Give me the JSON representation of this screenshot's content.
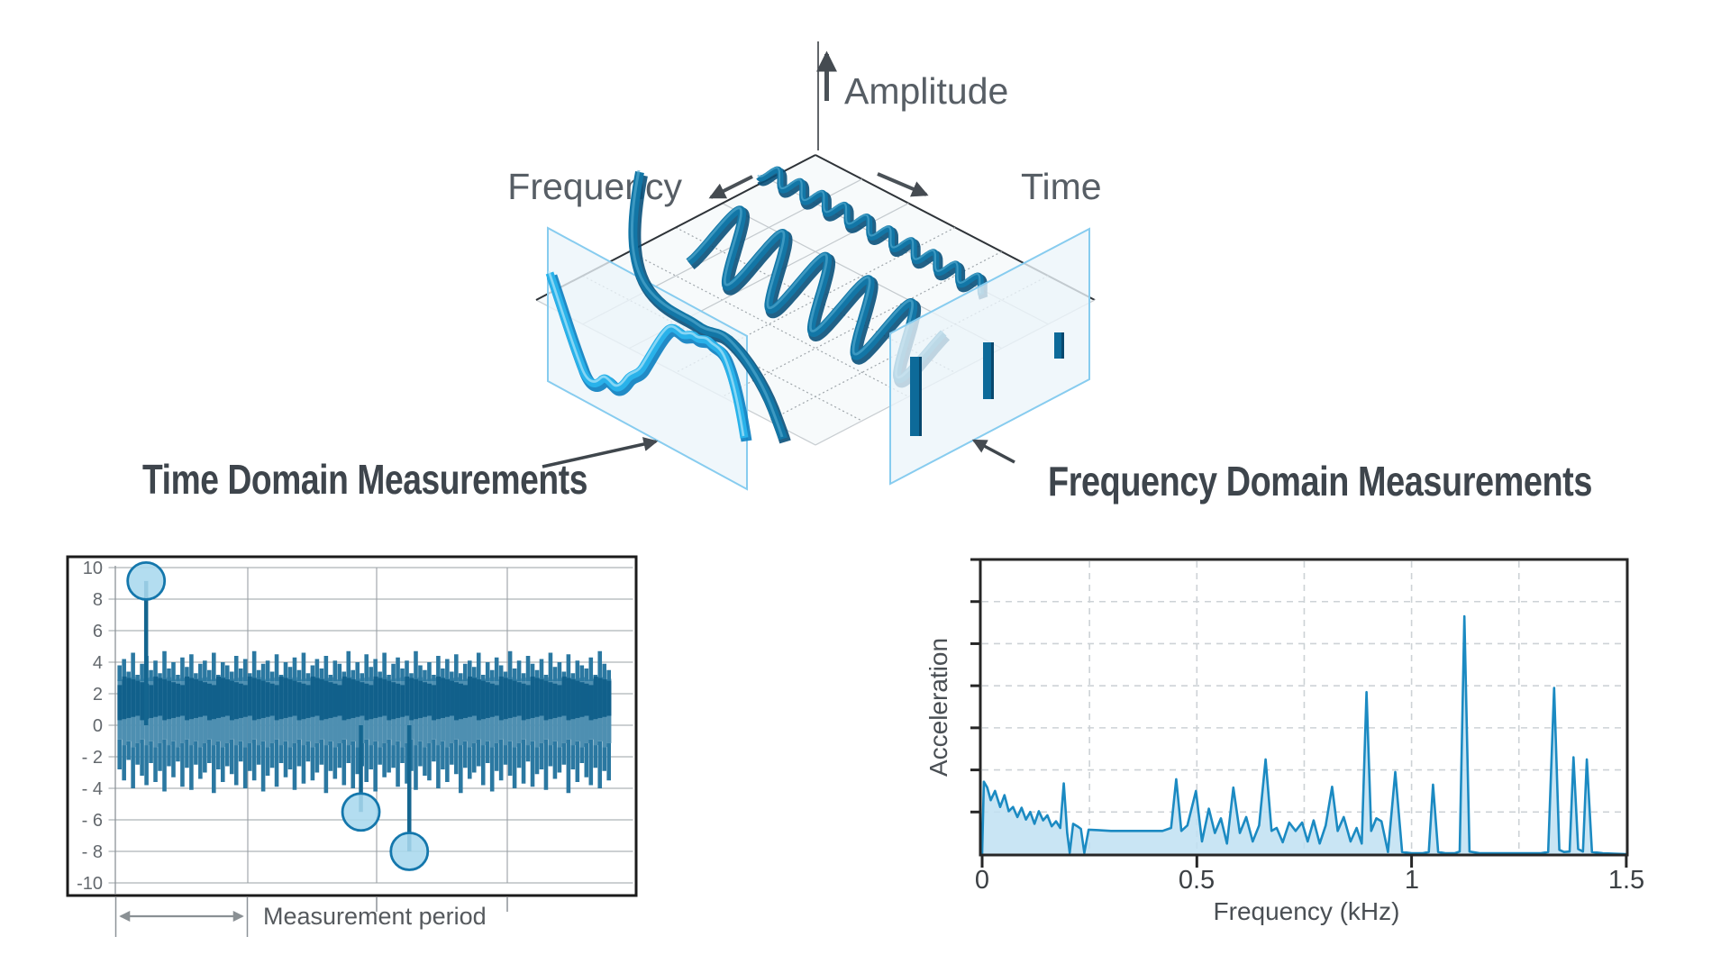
{
  "figure": {
    "axis_labels": {
      "amplitude": "Amplitude",
      "frequency": "Frequency",
      "time": "Time"
    },
    "headings": {
      "time_domain": "Time Domain Measurements",
      "frequency_domain": "Frequency Domain Measurements"
    }
  },
  "colors": {
    "signal_dark": "#11608b",
    "signal_mid": "#2b78a1",
    "signal_light": "#4e8fb1",
    "outlier_circle_fill": "#a9d8ee",
    "outlier_circle_stroke": "#1477ac",
    "outlier_line": "#14658f",
    "spectrum_line": "#1b8ac2",
    "spectrum_fill": "#bfe1f2",
    "ribbon_dark": "#1276a6",
    "ribbon_light": "#29b2ea",
    "plane_stroke": "#87ccef",
    "grid_gray": "#9aa0a5",
    "box_black": "#1b1b1b"
  },
  "chart_data": [
    {
      "type": "bar",
      "name": "time-domain-measurement",
      "ylim": [
        -10,
        10
      ],
      "ytick_values": [
        10,
        8,
        6,
        4,
        2,
        0,
        -2,
        -4,
        -6,
        -8,
        -10
      ],
      "ytick_labels": [
        "10",
        "8",
        "6",
        "4",
        "2",
        "0",
        "- 2",
        "- 4",
        "- 6",
        "- 8",
        "-10"
      ],
      "annotation": "Measurement period",
      "grid": true,
      "core_band": [
        0.4,
        2.85
      ],
      "outliers": [
        {
          "x_frac": 0.058,
          "value": 9.15
        },
        {
          "x_frac": 0.493,
          "value": -5.5
        },
        {
          "x_frac": 0.591,
          "value": -8.0
        }
      ],
      "columns_upper": [
        3.8,
        4.2,
        3.4,
        4.6,
        3.2,
        3.9,
        4.4,
        3.5,
        4.1,
        3.3,
        4.7,
        3.6,
        4.0,
        3.2,
        4.3,
        3.7,
        4.5,
        3.3,
        3.9,
        4.1,
        3.5,
        4.6,
        3.2,
        4.0,
        3.8,
        3.4,
        4.4,
        3.6,
        4.2,
        3.3,
        4.7,
        3.5,
        3.9,
        4.1,
        3.4,
        4.5,
        3.2,
        4.0,
        3.7,
        4.3,
        3.5,
        4.6,
        3.3,
        3.8,
        4.2,
        3.6,
        4.4,
        3.2,
        4.1,
        3.9,
        3.4,
        4.7,
        3.5,
        4.0,
        3.3,
        4.5,
        3.7,
        4.2,
        3.4,
        4.6,
        3.2,
        3.9,
        4.3,
        3.6,
        4.1,
        3.3,
        4.7,
        3.8,
        3.5,
        4.0,
        3.2,
        4.4,
        3.6,
        4.2,
        3.4,
        4.5,
        3.3,
        3.9,
        4.1,
        3.7,
        4.6,
        3.2,
        4.0,
        3.5,
        4.3,
        3.8,
        3.4,
        4.7,
        3.6,
        4.1,
        3.3,
        4.4,
        3.9,
        3.5,
        4.2,
        3.2,
        4.6,
        3.7,
        4.0,
        3.4,
        4.5,
        3.3,
        4.1,
        3.8,
        3.6,
        4.3,
        3.2,
        4.7,
        3.9,
        3.5
      ],
      "columns_lower": [
        -2.8,
        -3.5,
        -2.2,
        -4.0,
        -2.5,
        -3.2,
        -3.8,
        -2.4,
        -3.6,
        -2.9,
        -4.2,
        -2.6,
        -3.3,
        -2.3,
        -3.9,
        -2.7,
        -4.1,
        -2.5,
        -3.4,
        -3.0,
        -2.4,
        -4.3,
        -2.8,
        -3.6,
        -2.6,
        -3.1,
        -3.8,
        -2.3,
        -4.0,
        -2.9,
        -3.5,
        -2.5,
        -4.2,
        -3.2,
        -2.7,
        -3.9,
        -2.4,
        -3.3,
        -2.8,
        -4.1,
        -2.6,
        -3.7,
        -2.3,
        -3.5,
        -3.0,
        -2.5,
        -4.3,
        -2.9,
        -3.4,
        -2.7,
        -3.8,
        -2.4,
        -4.0,
        -3.1,
        -2.6,
        -3.6,
        -2.8,
        -4.2,
        -2.5,
        -3.3,
        -3.0,
        -2.7,
        -3.9,
        -2.4,
        -3.7,
        -2.9,
        -4.1,
        -2.6,
        -3.2,
        -3.5,
        -2.3,
        -4.0,
        -2.8,
        -3.6,
        -2.5,
        -3.1,
        -4.3,
        -2.7,
        -3.4,
        -3.0,
        -2.6,
        -3.8,
        -2.4,
        -4.2,
        -2.9,
        -3.5,
        -2.5,
        -3.2,
        -4.0,
        -2.7,
        -3.7,
        -2.3,
        -3.9,
        -3.1,
        -2.8,
        -4.1,
        -2.6,
        -3.4,
        -3.0,
        -2.5,
        -4.3,
        -2.8,
        -3.6,
        -2.4,
        -3.3,
        -3.8,
        -2.7,
        -4.0,
        -2.9,
        -3.5
      ]
    },
    {
      "type": "area",
      "name": "frequency-spectrum",
      "xlabel": "Frequency (kHz)",
      "ylabel": "Acceleration",
      "xlim": [
        0,
        1.5
      ],
      "xticks": [
        0,
        0.5,
        1,
        1.5
      ],
      "xtick_labels": [
        "0",
        "0.5",
        "1",
        "1.5"
      ],
      "n_yticks": 7,
      "grid": "dashed",
      "points": [
        [
          0,
          0
        ],
        [
          0.004,
          1.72
        ],
        [
          0.012,
          1.58
        ],
        [
          0.02,
          1.28
        ],
        [
          0.03,
          1.5
        ],
        [
          0.042,
          1.12
        ],
        [
          0.052,
          1.4
        ],
        [
          0.062,
          1.02
        ],
        [
          0.072,
          1.12
        ],
        [
          0.082,
          0.88
        ],
        [
          0.092,
          1.1
        ],
        [
          0.102,
          0.82
        ],
        [
          0.112,
          1.0
        ],
        [
          0.122,
          0.72
        ],
        [
          0.132,
          1.02
        ],
        [
          0.142,
          0.8
        ],
        [
          0.152,
          0.92
        ],
        [
          0.162,
          0.66
        ],
        [
          0.172,
          0.78
        ],
        [
          0.182,
          0.62
        ],
        [
          0.19,
          1.68
        ],
        [
          0.198,
          0.5
        ],
        [
          0.204,
          0.03
        ],
        [
          0.212,
          0.72
        ],
        [
          0.222,
          0.66
        ],
        [
          0.23,
          0.6
        ],
        [
          0.238,
          0.03
        ],
        [
          0.248,
          0.58
        ],
        [
          0.27,
          0.57
        ],
        [
          0.3,
          0.55
        ],
        [
          0.34,
          0.55
        ],
        [
          0.38,
          0.55
        ],
        [
          0.42,
          0.55
        ],
        [
          0.44,
          0.62
        ],
        [
          0.452,
          1.78
        ],
        [
          0.464,
          0.55
        ],
        [
          0.478,
          0.68
        ],
        [
          0.498,
          1.5
        ],
        [
          0.512,
          0.3
        ],
        [
          0.528,
          1.08
        ],
        [
          0.542,
          0.5
        ],
        [
          0.556,
          0.85
        ],
        [
          0.57,
          0.25
        ],
        [
          0.585,
          1.58
        ],
        [
          0.6,
          0.5
        ],
        [
          0.615,
          0.88
        ],
        [
          0.63,
          0.3
        ],
        [
          0.645,
          0.68
        ],
        [
          0.66,
          2.25
        ],
        [
          0.674,
          0.55
        ],
        [
          0.686,
          0.62
        ],
        [
          0.7,
          0.28
        ],
        [
          0.715,
          0.75
        ],
        [
          0.73,
          0.55
        ],
        [
          0.745,
          0.75
        ],
        [
          0.758,
          0.3
        ],
        [
          0.772,
          0.8
        ],
        [
          0.786,
          0.25
        ],
        [
          0.8,
          0.68
        ],
        [
          0.815,
          1.6
        ],
        [
          0.828,
          0.55
        ],
        [
          0.842,
          0.88
        ],
        [
          0.858,
          0.3
        ],
        [
          0.872,
          0.62
        ],
        [
          0.884,
          0.25
        ],
        [
          0.895,
          3.85
        ],
        [
          0.906,
          0.55
        ],
        [
          0.918,
          0.85
        ],
        [
          0.93,
          0.78
        ],
        [
          0.945,
          0.05
        ],
        [
          0.962,
          1.95
        ],
        [
          0.978,
          0.05
        ],
        [
          1.0,
          0.02
        ],
        [
          1.025,
          0.02
        ],
        [
          1.04,
          0.05
        ],
        [
          1.05,
          1.65
        ],
        [
          1.062,
          0.05
        ],
        [
          1.08,
          0.02
        ],
        [
          1.1,
          0.02
        ],
        [
          1.112,
          0.06
        ],
        [
          1.123,
          5.65
        ],
        [
          1.135,
          0.06
        ],
        [
          1.16,
          0.02
        ],
        [
          1.2,
          0.02
        ],
        [
          1.25,
          0.02
        ],
        [
          1.3,
          0.02
        ],
        [
          1.318,
          0.05
        ],
        [
          1.332,
          3.95
        ],
        [
          1.344,
          0.1
        ],
        [
          1.355,
          0.05
        ],
        [
          1.368,
          0.06
        ],
        [
          1.377,
          2.3
        ],
        [
          1.388,
          0.12
        ],
        [
          1.399,
          0.06
        ],
        [
          1.408,
          2.25
        ],
        [
          1.42,
          0.05
        ],
        [
          1.445,
          0.02
        ],
        [
          1.47,
          0.01
        ],
        [
          1.5,
          0
        ]
      ]
    }
  ]
}
